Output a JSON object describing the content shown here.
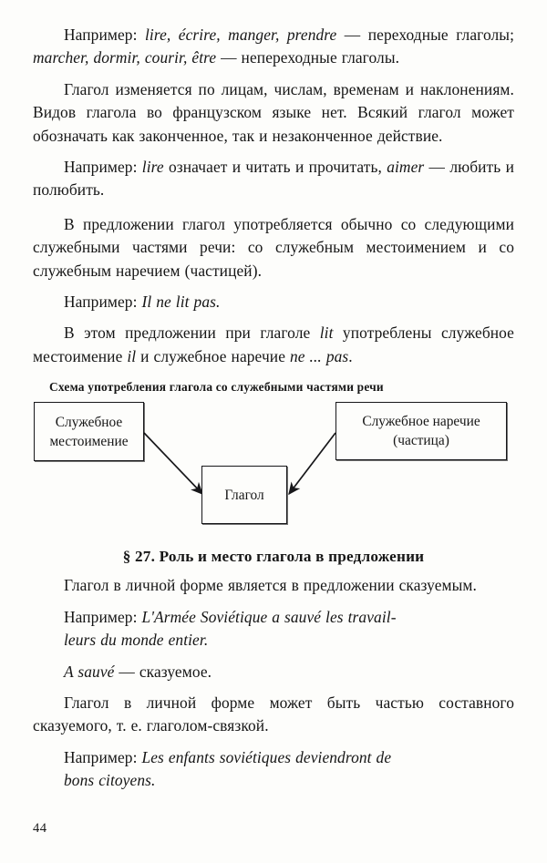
{
  "page": {
    "number": "44",
    "language": "ru",
    "ink_color": "#161616",
    "paper_color": "#fdfdfb"
  },
  "paragraphs": {
    "p1_lead": "Например:",
    "p1_it1": "lire, écrire, manger, prendre",
    "p1_mid": " — переходные глаголы; ",
    "p1_it2": "marcher, dormir, courir, être",
    "p1_tail": " — непереходные глаголы.",
    "p2": "Глагол изменяется по лицам, числам, временам и наклонениям. Видов глагола во французском языке нет. Всякий глагол может обозначать как законченное, так и незаконченное действие.",
    "p3_lead": "Например:",
    "p3_it1": "lire",
    "p3_mid": " означает и читать и прочитать, ",
    "p3_it2": "aimer",
    "p3_tail": " — любить и полюбить.",
    "p4": "В предложении глагол употребляется обычно со следующими служебными частями речи: со служебным местоимением и со служебным наречием (частицей).",
    "p5_lead": "Например:",
    "p5_it": "Il ne lit pas.",
    "p6_a": "В этом предложении при глаголе ",
    "p6_it1": "lit",
    "p6_b": " употреблены служебное местоимение ",
    "p6_it2": "il",
    "p6_c": " и служебное наречие ",
    "p6_it3": "ne ... pas",
    "p6_d": "."
  },
  "diagram": {
    "caption": "Схема употребления глагола со служебными частями речи",
    "boxes": [
      {
        "id": "pronoun",
        "line1": "Служебное",
        "line2": "местоимение"
      },
      {
        "id": "adverb",
        "line1": "Служебное наречие",
        "line2": "(частица)"
      },
      {
        "id": "verb",
        "line1": "Глагол",
        "line2": ""
      }
    ],
    "arrows": [
      {
        "from": "pronoun",
        "to": "verb",
        "direction": "down-right"
      },
      {
        "from": "adverb",
        "to": "verb",
        "direction": "down-left"
      }
    ]
  },
  "section": {
    "heading": "§ 27. Роль и место глагола в предложении",
    "p1": "Глагол в личной форме является в предложении сказуемым.",
    "p2_lead": "Например:",
    "p2_it_line1": "L'Armée Soviétique a sauvé les travail-",
    "p2_it_line2": "leurs du monde entier.",
    "p3_it": "A sauvé",
    "p3_tail": " — сказуемое.",
    "p4": "Глагол в личной форме может быть частью составного сказуемого, т. е. глаголом-связкой.",
    "p5_lead": "Например:",
    "p5_it_line1": "Les enfants soviétiques deviendront de",
    "p5_it_line2": "bons citoyens."
  }
}
